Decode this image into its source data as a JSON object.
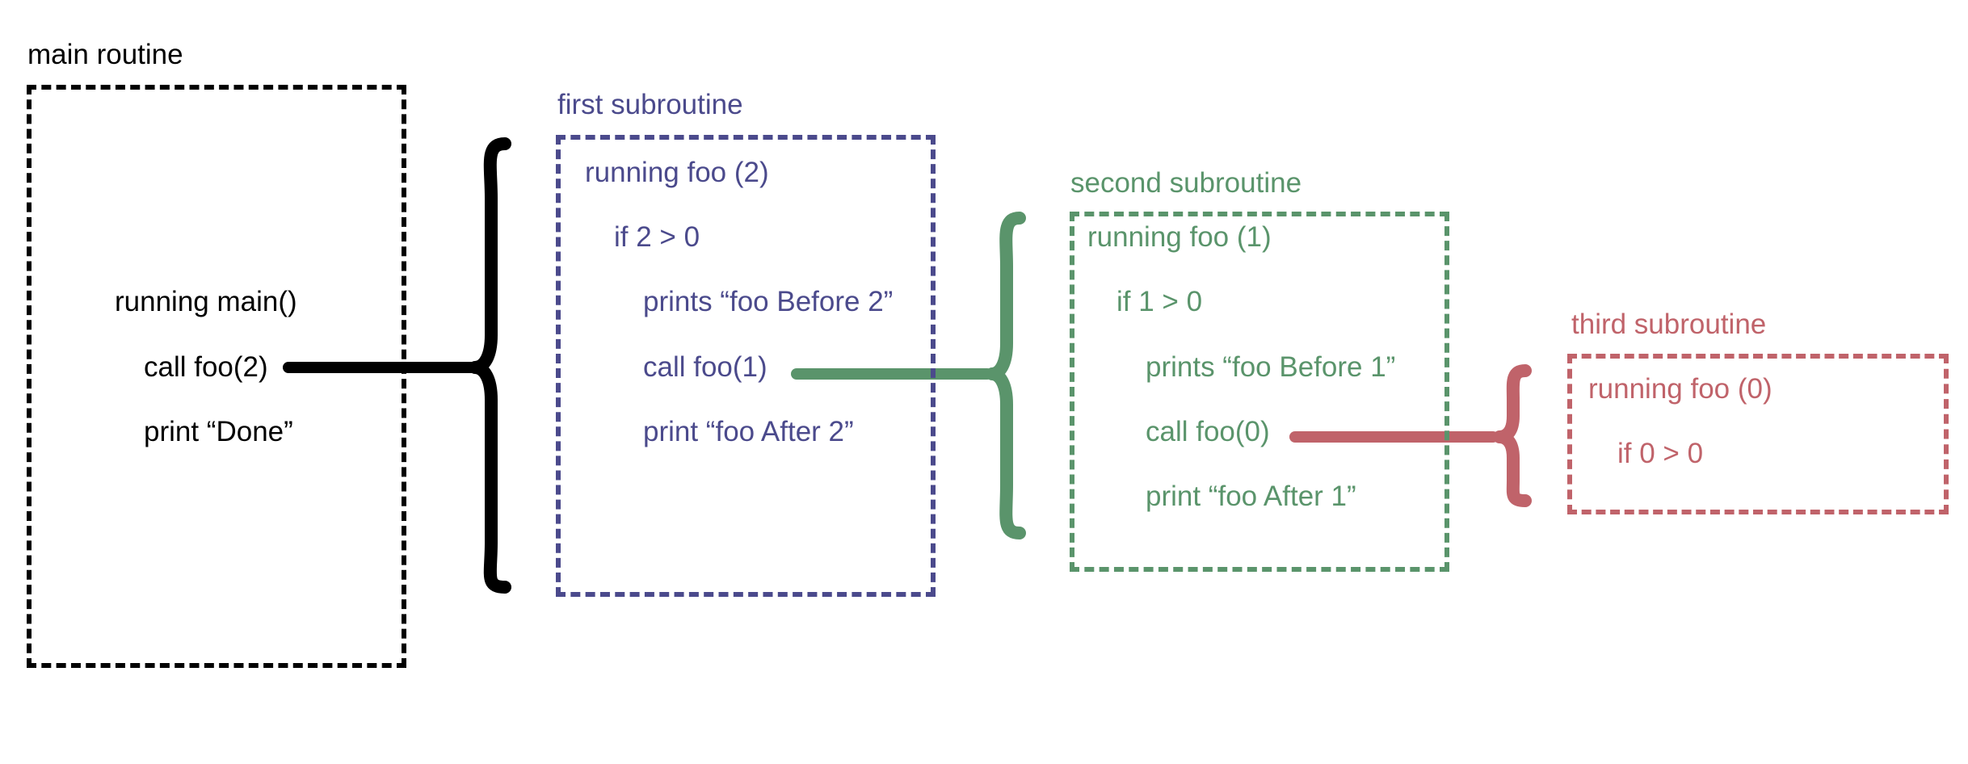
{
  "colors": {
    "main": "#000000",
    "first": "#4b4a8c",
    "second": "#5a946b",
    "third": "#c0636a"
  },
  "main": {
    "title": "main routine",
    "lines": [
      "running main()",
      "call foo(2)",
      "print “Done”"
    ]
  },
  "first": {
    "title": "first subroutine",
    "lines": [
      "running foo (2)",
      "if 2 > 0",
      "prints “foo Before 2”",
      "call foo(1)",
      "print “foo After 2”"
    ]
  },
  "second": {
    "title": "second subroutine",
    "lines": [
      "running foo (1)",
      "if 1 > 0",
      "prints “foo Before 1”",
      "call foo(0)",
      "print “foo After 1”"
    ]
  },
  "third": {
    "title": "third subroutine",
    "lines": [
      "running foo (0)",
      "if 0 > 0"
    ]
  }
}
